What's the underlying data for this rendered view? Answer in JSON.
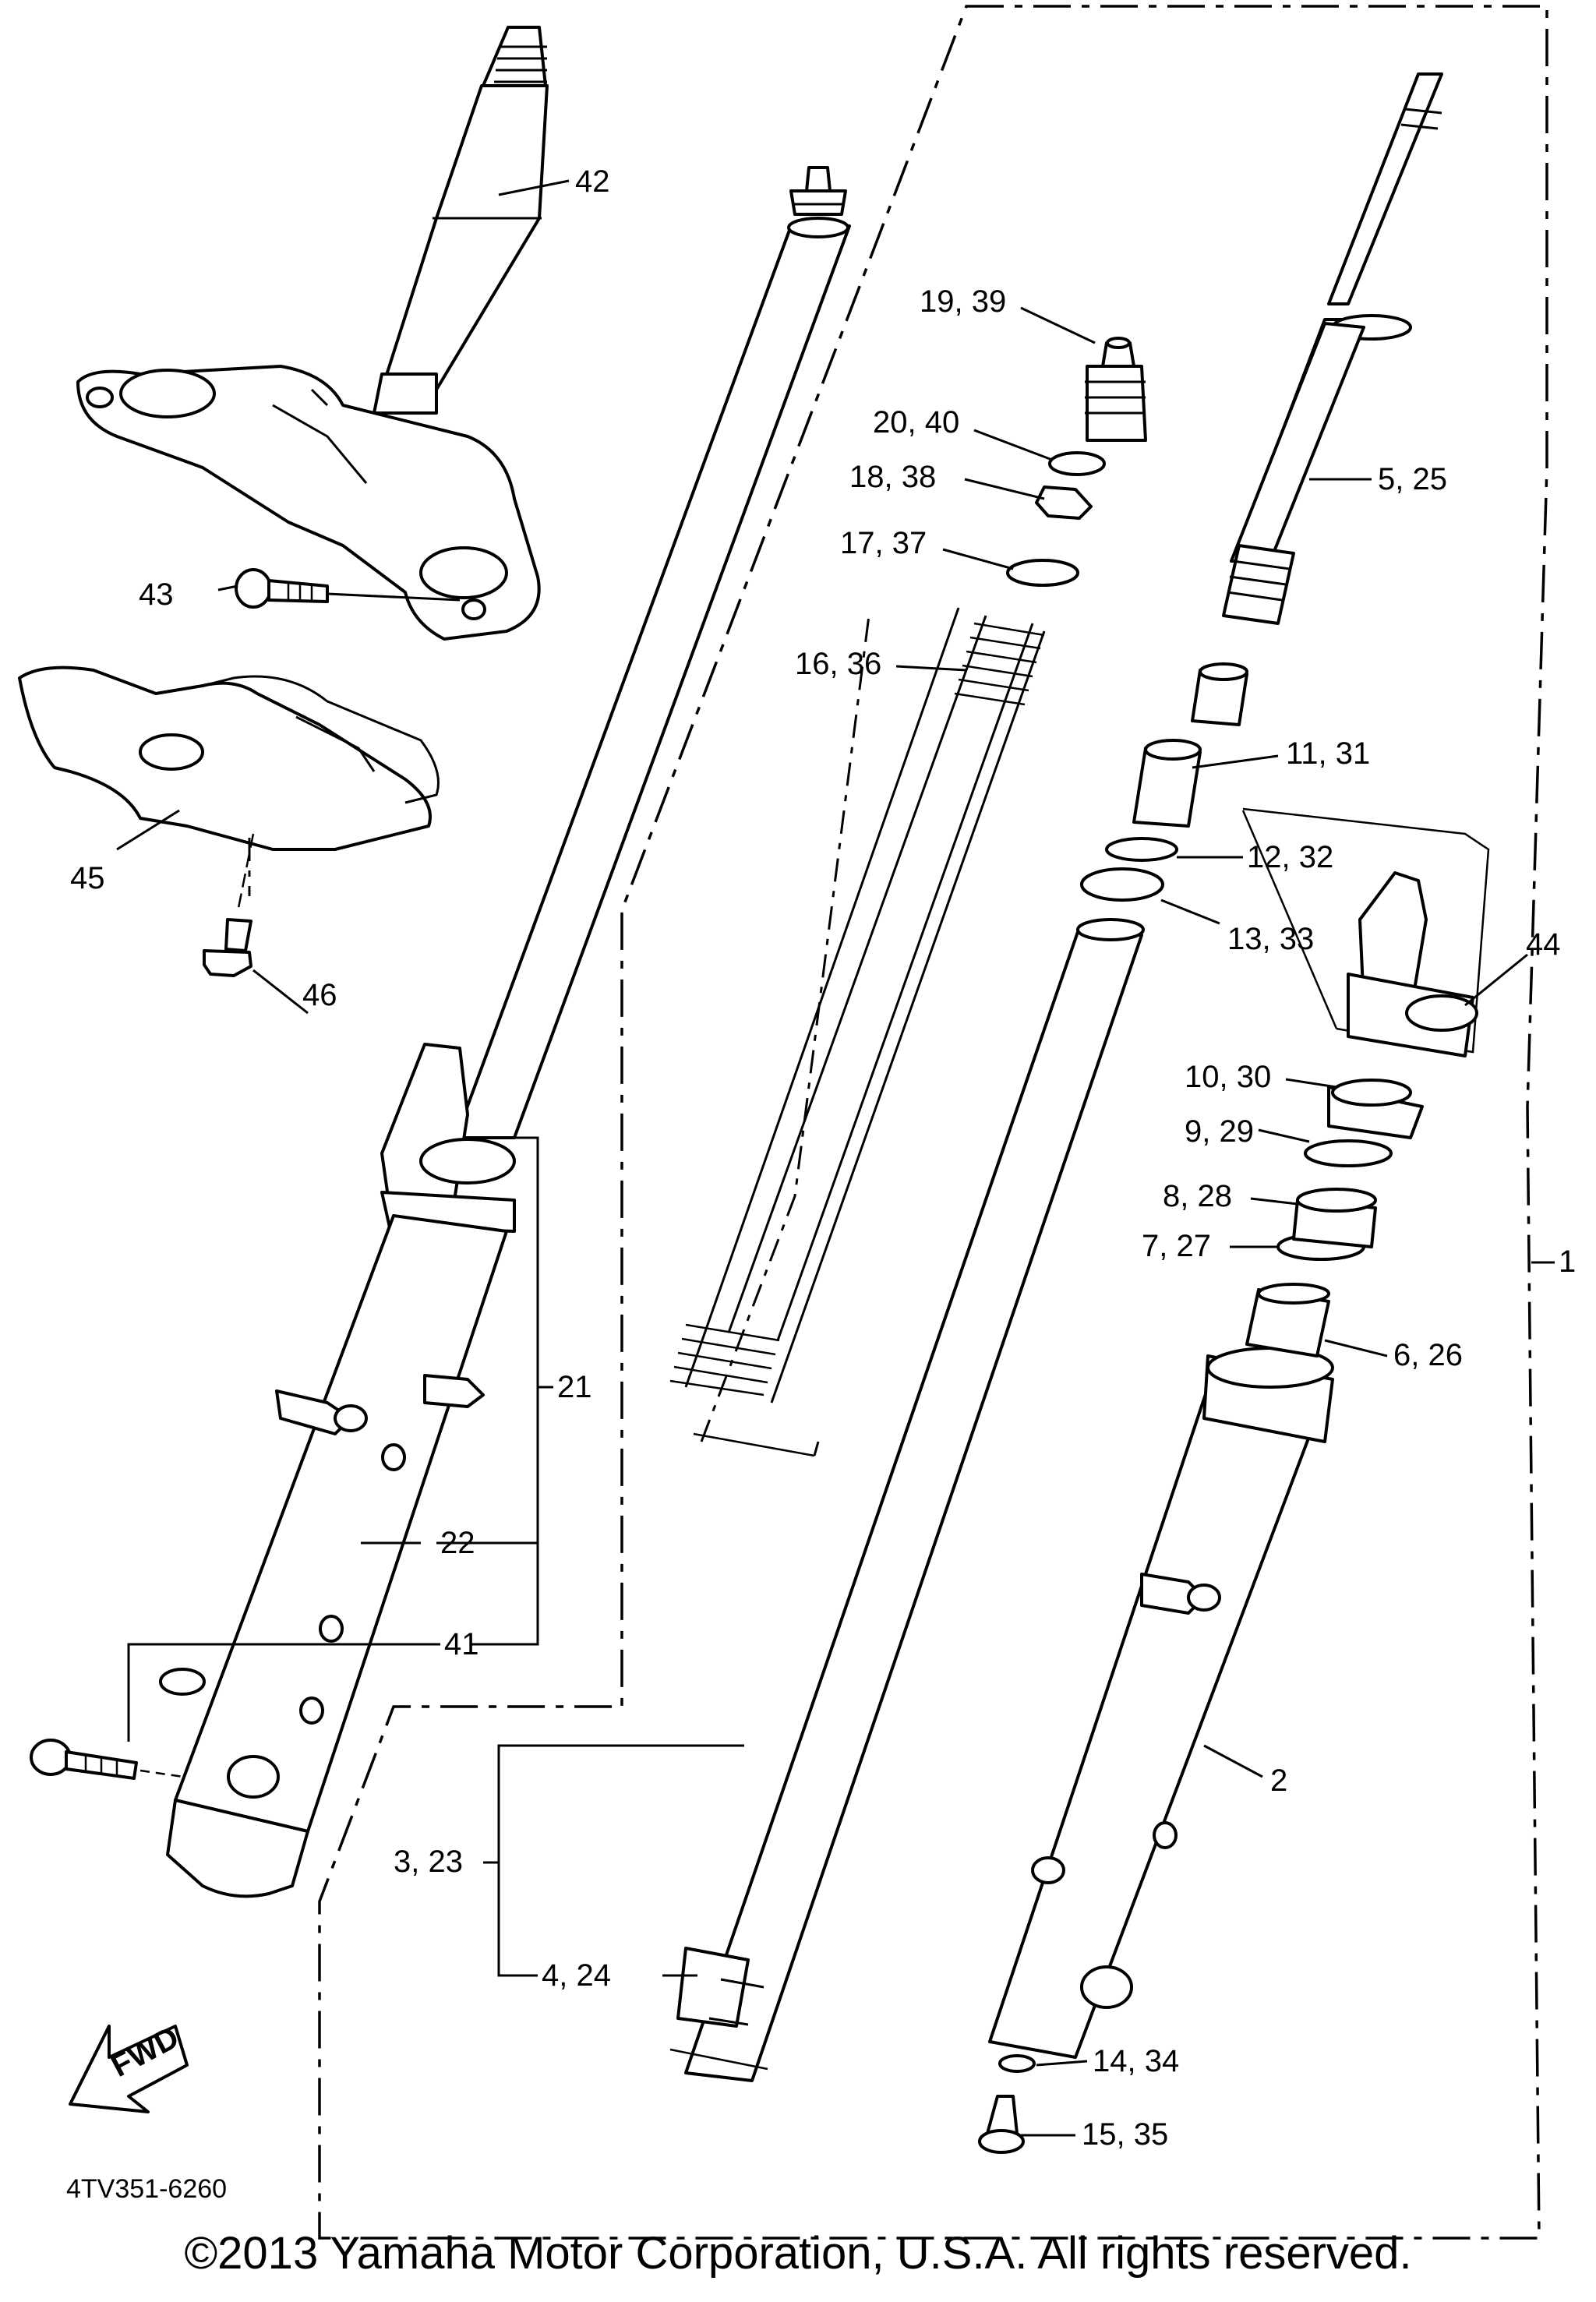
{
  "labels": {
    "l1": "1",
    "l2": "2",
    "l3": "3, 23",
    "l4": "4, 24",
    "l5": "5, 25",
    "l6": "6, 26",
    "l7": "7, 27",
    "l8": "8, 28",
    "l9": "9, 29",
    "l10": "10, 30",
    "l11": "11, 31",
    "l12": "12, 32",
    "l13": "13, 33",
    "l14": "14, 34",
    "l15": "15, 35",
    "l16": "16, 36",
    "l17": "17, 37",
    "l18": "18, 38",
    "l19": "19, 39",
    "l20": "20, 40",
    "l21": "21",
    "l22": "22",
    "l41": "41",
    "l42": "42",
    "l43": "43",
    "l44": "44",
    "l45": "45",
    "l46": "46"
  },
  "arrow_text": "FWD",
  "diagram_code": "4TV351-6260",
  "copyright": "©2013 Yamaha Motor Corporation, U.S.A. All rights reserved."
}
